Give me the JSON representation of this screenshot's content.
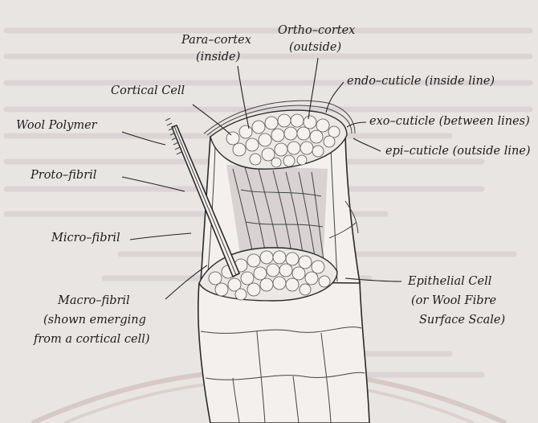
{
  "labels": {
    "para_cortex": "Para–cortex",
    "para_cortex_sub": "(inside)",
    "ortho_cortex": "Ortho–cortex",
    "ortho_cortex_sub": "(outside)",
    "endo_cuticle": "endo–cuticle (inside line)",
    "exo_cuticle": "exo–cuticle (between lines)",
    "epi_cuticle": "epi–cuticle (outside line)",
    "cortical_cell": "Cortical Cell",
    "wool_polymer": "Wool Polymer",
    "proto_fibril": "Proto–fibril",
    "micro_fibril": "Micro–fibril",
    "macro_fibril": "Macro–fibril",
    "macro_fibril_sub1": "(shown emerging",
    "macro_fibril_sub2": "from a cortical cell)",
    "epithelial_cell": "Epithelial Cell",
    "epithelial_cell_sub1": "(or Wool Fibre",
    "epithelial_cell_sub2": "Surface Scale)"
  },
  "colors": {
    "paper": "#e9e5e3",
    "ink": "#1c1c1c",
    "watermark_arc": "#d7c9c8"
  }
}
